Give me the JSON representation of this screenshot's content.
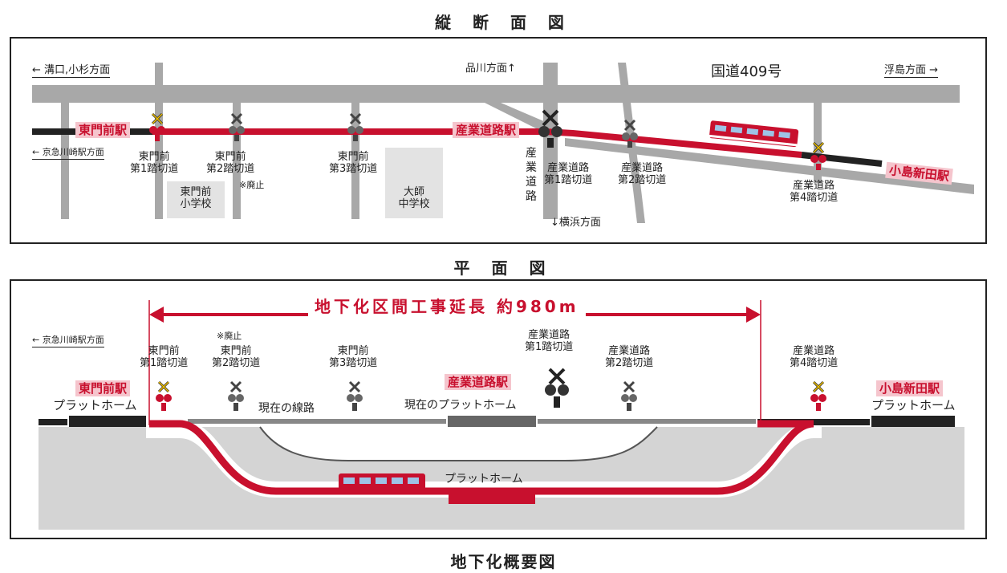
{
  "top_title": "縦 断 面 図",
  "mid_title": "平 面 図",
  "bottom_title": "地下化概要図",
  "plan": {
    "dir_left_top": "溝口,小杉方面",
    "dir_left_bottom": "京急川崎駅方面",
    "dir_shinagawa": "品川方面↑",
    "dir_yokohama": "↓横浜方面",
    "dir_ukishima": "浮島方面",
    "route409": "国道409号",
    "station_higashimonzen": "東門前駅",
    "station_sangyodoro": "産業道路駅",
    "station_kojimashinden": "小島新田駅",
    "crossing_h1": "東門前\n第1踏切道",
    "crossing_h2": "東門前\n第2踏切道",
    "crossing_h2_note": "※廃止",
    "crossing_h3": "東門前\n第3踏切道",
    "crossing_s1": "産業道路\n第1踏切道",
    "crossing_s2": "産業道路\n第2踏切道",
    "crossing_s4": "産業道路\n第4踏切道",
    "school_elem": "東門前\n小学校",
    "school_junior": "大師\n中学校",
    "road_vertical": "産業道路"
  },
  "profile": {
    "span_label": "地下化区間工事延長 約980m",
    "dir_left": "京急川崎駅方面",
    "crossing_h1": "東門前\n第1踏切道",
    "crossing_h2_note": "※廃止",
    "crossing_h2": "東門前\n第2踏切道",
    "crossing_h3": "東門前\n第3踏切道",
    "crossing_s1": "産業道路\n第1踏切道",
    "crossing_s2": "産業道路\n第2踏切道",
    "crossing_s4": "産業道路\n第4踏切道",
    "station_higashimonzen": "東門前駅",
    "station_sangyodoro": "産業道路駅",
    "station_kojimashinden": "小島新田駅",
    "platform_left": "プラットホーム",
    "platform_right": "プラットホーム",
    "platform_underground": "プラットホーム",
    "current_track": "現在の線路",
    "current_platform": "現在のプラットホーム"
  },
  "colors": {
    "red": "#c8102e",
    "gray_road": "#a8a8a8",
    "ground": "#d4d4d4",
    "station_bg": "#f5c5cd",
    "black": "#222222"
  }
}
